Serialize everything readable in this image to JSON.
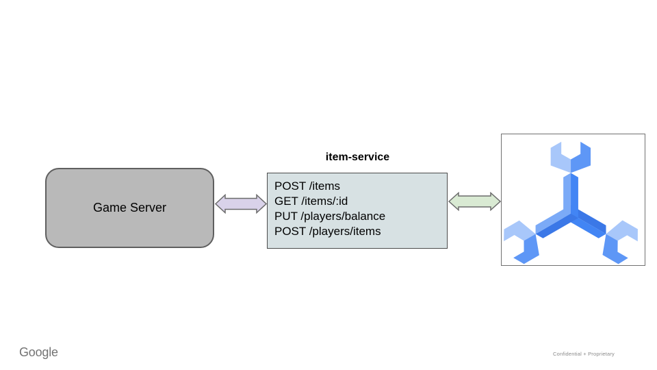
{
  "slide": {
    "game_server": {
      "label": "Game Server"
    },
    "item_service": {
      "title": "item-service",
      "endpoints": [
        "POST /items",
        "GET /items/:id",
        "PUT /players/balance",
        "POST /players/items"
      ]
    },
    "kubernetes_icon": {
      "name": "google-kubernetes-engine-logo",
      "colors": {
        "lightest": "#A8C7FA",
        "mid_light": "#7BAAF7",
        "head_mid": "#5E97F6",
        "base": "#4285F4",
        "dark": "#3B78E7"
      }
    },
    "connectors": {
      "left_fill": "#D9D2E9",
      "right_fill": "#D9EAD3"
    },
    "shapes": {
      "game_server_fill": "#B9B9B9",
      "service_fill": "#D7E1E3"
    },
    "footer": {
      "brand": "Google",
      "note": "Confidential + Proprietary"
    }
  }
}
